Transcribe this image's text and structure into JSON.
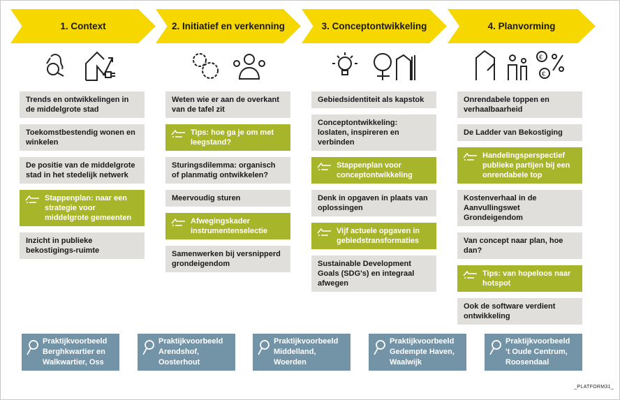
{
  "phases": [
    {
      "title": "1. Context",
      "items": [
        {
          "text": "Trends en ontwikkelingen in de middelgrote stad",
          "type": "topic"
        },
        {
          "text": "Toekomstbestendig wonen en winkelen",
          "type": "topic"
        },
        {
          "text": "De positie van de middelgrote stad in het stedelijk netwerk",
          "type": "topic"
        },
        {
          "text": "Stappenplan: naar een strategie voor middelgrote gemeenten",
          "type": "tool"
        },
        {
          "text": "Inzicht in publieke bekostigings-ruimte",
          "type": "topic"
        }
      ]
    },
    {
      "title": "2. Initiatief en verkenning",
      "items": [
        {
          "text": "Weten wie er aan de overkant van de tafel zit",
          "type": "topic"
        },
        {
          "text": "Tips: hoe ga je om met leegstand?",
          "type": "tool"
        },
        {
          "text": "Sturingsdilemma: organisch of planmatig ontwikkelen?",
          "type": "topic"
        },
        {
          "text": "Meervoudig sturen",
          "type": "topic"
        },
        {
          "text": "Afwegingskader instrumentenselectie",
          "type": "tool"
        },
        {
          "text": "Samenwerken bij versnipperd grondeigendom",
          "type": "topic"
        }
      ]
    },
    {
      "title": "3. Conceptontwikkeling",
      "items": [
        {
          "text": "Gebiedsidentiteit als kapstok",
          "type": "topic"
        },
        {
          "text": "Conceptontwikkeling: loslaten, inspireren en verbinden",
          "type": "topic"
        },
        {
          "text": "Stappenplan voor conceptontwikkeling",
          "type": "tool"
        },
        {
          "text": "Denk in opgaven in plaats van oplossingen",
          "type": "topic"
        },
        {
          "text": "Vijf actuele opgaven in gebiedstransformaties",
          "type": "tool"
        },
        {
          "text": "Sustainable Development Goals (SDG's) en integraal afwegen",
          "type": "topic"
        }
      ]
    },
    {
      "title": "4. Planvorming",
      "items": [
        {
          "text": "Onrendabele toppen en verhaalbaarheid",
          "type": "topic"
        },
        {
          "text": "De Ladder van Bekostiging",
          "type": "topic"
        },
        {
          "text": "Handelingsperspectief publieke partijen bij een onrendabele top",
          "type": "tool"
        },
        {
          "text": "Kostenverhaal in de Aanvullingswet Grondeigendom",
          "type": "topic"
        },
        {
          "text": "Van concept naar plan, hoe dan?",
          "type": "topic"
        },
        {
          "text": "Tips: van hopeloos naar hotspot",
          "type": "tool"
        },
        {
          "text": "Ook de software verdient ontwikkeling",
          "type": "topic"
        }
      ]
    }
  ],
  "examples": [
    {
      "label": "Praktijkvoorbeeld",
      "place": "Berghkwartier en Walkwartier, Oss"
    },
    {
      "label": "Praktijkvoorbeeld",
      "place": "Arendshof, Oosterhout"
    },
    {
      "label": "Praktijkvoorbeeld",
      "place": "Middelland, Woerden"
    },
    {
      "label": "Praktijkvoorbeeld",
      "place": "Gedempte Haven, Waalwijk"
    },
    {
      "label": "Praktijkvoorbeeld",
      "place": "'t Oude Centrum, Roosendaal"
    }
  ],
  "logo": "_PLATFORM31_",
  "colors": {
    "arrow": "#f6d800",
    "topic": "#e0dfdc",
    "tool": "#a7b52a",
    "example": "#7393a7"
  }
}
